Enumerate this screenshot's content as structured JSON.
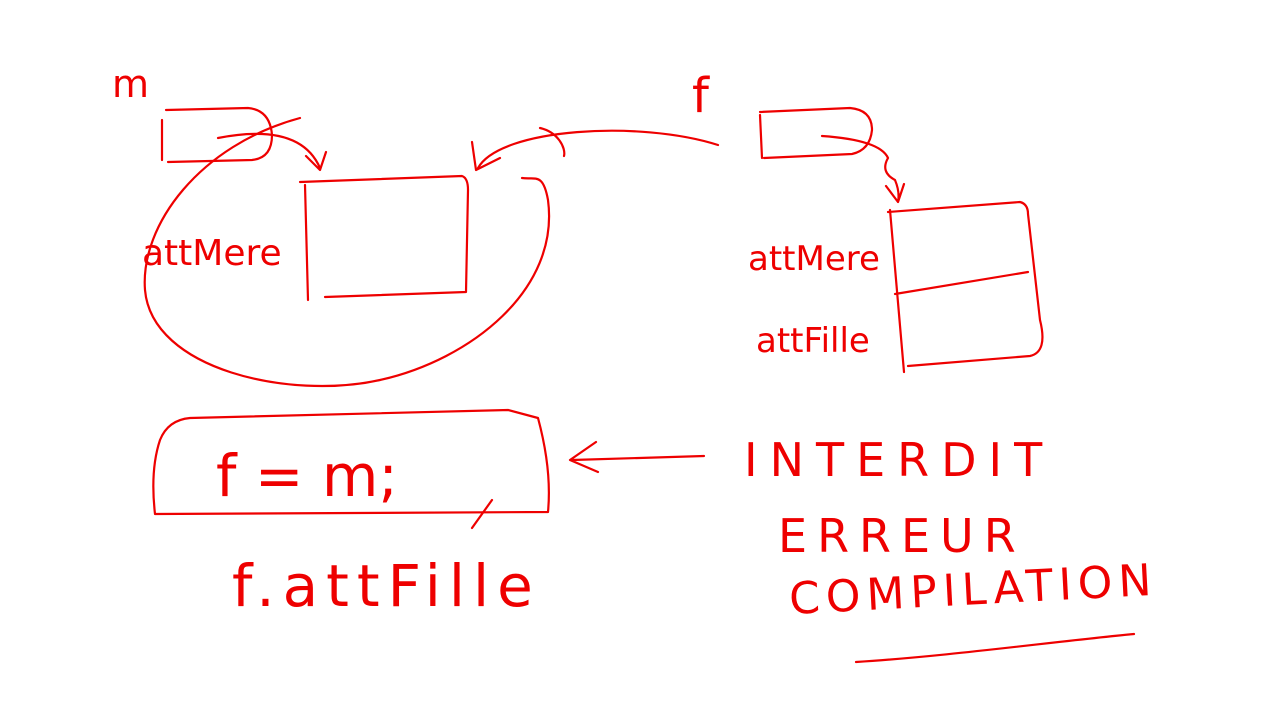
{
  "colors": {
    "ink": "#ee0000",
    "background": "#ffffff"
  },
  "labels": {
    "var_m": "m",
    "var_f": "f",
    "m_attr_mere": "attMere",
    "f_attr_mere": "attMere",
    "f_attr_fille": "attFille",
    "assignment": "f = m;",
    "access": "f.attFille",
    "forbidden": "INTERDIT",
    "error_line1": "ERREUR",
    "error_line2": "COMPILATION"
  }
}
